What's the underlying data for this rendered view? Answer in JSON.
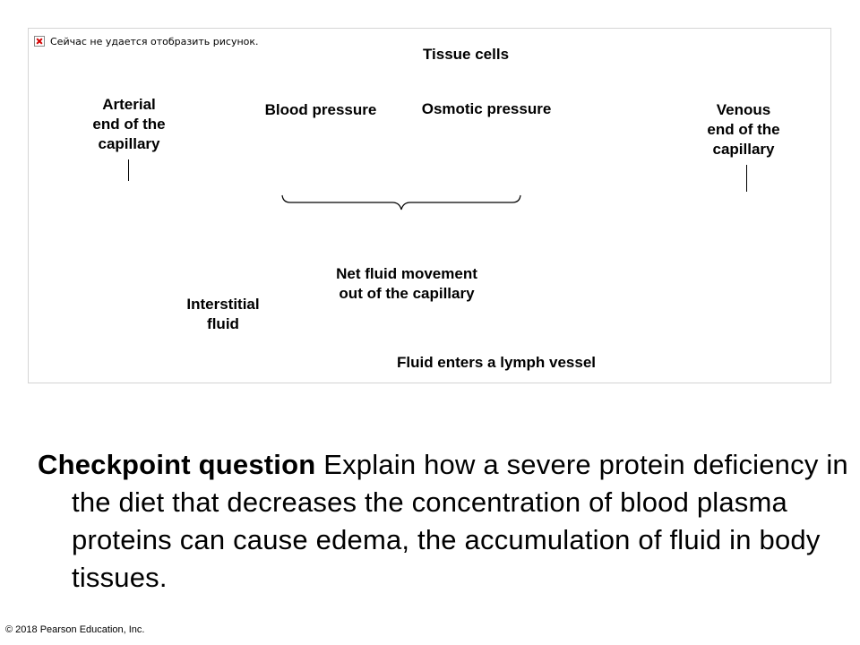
{
  "figure": {
    "broken_image_text": "Сейчас не удается отобразить рисунок.",
    "tissue_cells": "Tissue cells",
    "arterial_end": "Arterial\nend of the\ncapillary",
    "venous_end": "Venous\nend of the\ncapillary",
    "blood_pressure": "Blood pressure",
    "osmotic_pressure": "Osmotic pressure",
    "net_fluid": "Net fluid movement\nout of the capillary",
    "interstitial_fluid": "Interstitial\nfluid",
    "lymph_vessel": "Fluid enters a lymph vessel"
  },
  "question": {
    "label": "Checkpoint question",
    "text": " Explain how a severe protein deficiency in the diet that decreases the concentration of blood plasma proteins can cause edema, the accumulation of fluid in body tissues."
  },
  "copyright": "© 2018 Pearson Education, Inc."
}
